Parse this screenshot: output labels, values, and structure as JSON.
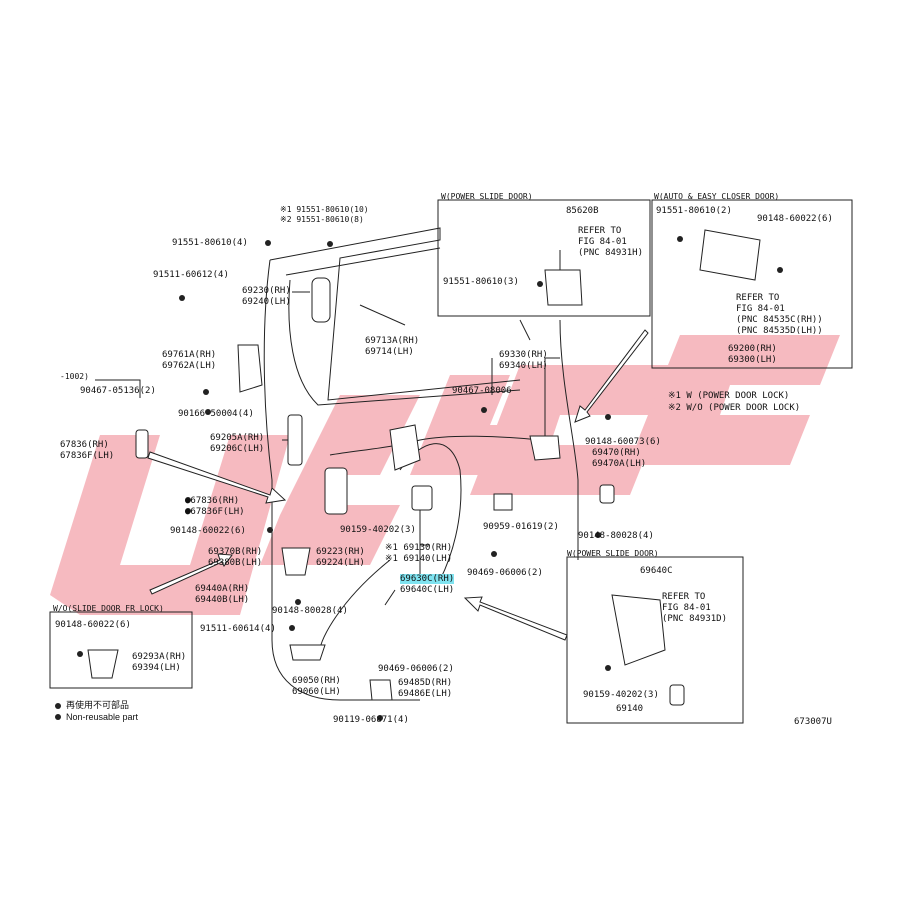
{
  "watermark": {
    "color": "#f0a0a8"
  },
  "diagram_code": "673007U",
  "legend": {
    "jp_text": "再使用不可部品",
    "en_text": "Non-reusable part"
  },
  "notes": {
    "n1": "※1 W (POWER DOOR LOCK)",
    "n2": "※2 W/O (POWER DOOR LOCK)"
  },
  "labels": {
    "screw_top_a": "※1 91551-80610(10)",
    "screw_top_b": "※2 91551-80610(8)",
    "screw_left": "91551-80610(4)",
    "bolt_left": "91511-60612(4)",
    "handle_rh": "69230(RH)",
    "handle_lh": "69240(LH)",
    "rod_rh": "69713A(RH)",
    "rod_lh": "69714(LH)",
    "cover_rh": "69761A(RH)",
    "cover_lh": "69762A(LH)",
    "range": "-1002)",
    "clip_a": "90467-05136(2)",
    "clip_b": "90166-50004(4)",
    "bracket_rh": "67836(RH)",
    "bracket_lh": "67836F(LH)",
    "cover2_rh": "●67836(RH)",
    "cover2_lh": "●67836F(LH)",
    "handle2_rh": "69205A(RH)",
    "handle2_lh": "69206C(LH)",
    "clip_c": "90467-08006",
    "lock_rh": "69330(RH)",
    "lock_lh": "69340(LH)",
    "screw_d": "90148-60073(6)",
    "lock2_rh": "69470(RH)",
    "lock2_lh": "69470A(LH)",
    "screw_e": "90148-80028(4)",
    "clip_f": "90959-01619(2)",
    "screw_f": "90148-60022(6)",
    "screw_g": "90159-40202(3)",
    "motor_rh": "※1 69130(RH)",
    "motor_lh": "※1 69140(LH)",
    "remote_rh": "69223(RH)",
    "remote_lh": "69224(LH)",
    "lock3_rh": "69370B(RH)",
    "lock3_lh": "69380B(LH)",
    "cable_rh": "69630C(RH)",
    "cable_lh": "69640C(LH)",
    "clip_h": "90469-06006(2)",
    "hinge_rh": "69440A(RH)",
    "hinge_lh": "69440B(LH)",
    "screw_h": "90148-80028(4)",
    "bolt_i": "91511-60614(4)",
    "clip_i": "90469-06006(2)",
    "striker_rh": "69050(RH)",
    "striker_lh": "69060(LH)",
    "stopper_rh": "69485D(RH)",
    "stopper_lh": "69486E(LH)",
    "screw_j": "90119-06871(4)"
  },
  "insets": {
    "power_slide_top": {
      "title": "W(POWER SLIDE DOOR)",
      "part": "85620B",
      "refer1": "REFER TO",
      "refer2": "FIG 84-01",
      "refer3": "(PNC 84931H)",
      "screw": "91551-80610(3)"
    },
    "auto_closer": {
      "title": "W(AUTO & EASY CLOSER DOOR)",
      "screw_a": "91551-80610(2)",
      "screw_b": "90148-60022(6)",
      "refer1": "REFER TO",
      "refer2": "FIG 84-01",
      "refer3": "(PNC 84535C(RH))",
      "refer4": "(PNC 84535D(LH))",
      "part_rh": "69200(RH)",
      "part_lh": "69300(LH)"
    },
    "wo_slide_lock": {
      "title": "W/O(SLIDE DOOR FR LOCK)",
      "screw": "90148-60022(6)",
      "part_rh": "69293A(RH)",
      "part_lh": "69394(LH)"
    },
    "power_slide_bottom": {
      "title": "W(POWER SLIDE DOOR)",
      "part": "69640C",
      "refer1": "REFER TO",
      "refer2": "FIG 84-01",
      "refer3": "(PNC 84931D)",
      "screw": "90159-40202(3)",
      "part2": "69140"
    }
  }
}
